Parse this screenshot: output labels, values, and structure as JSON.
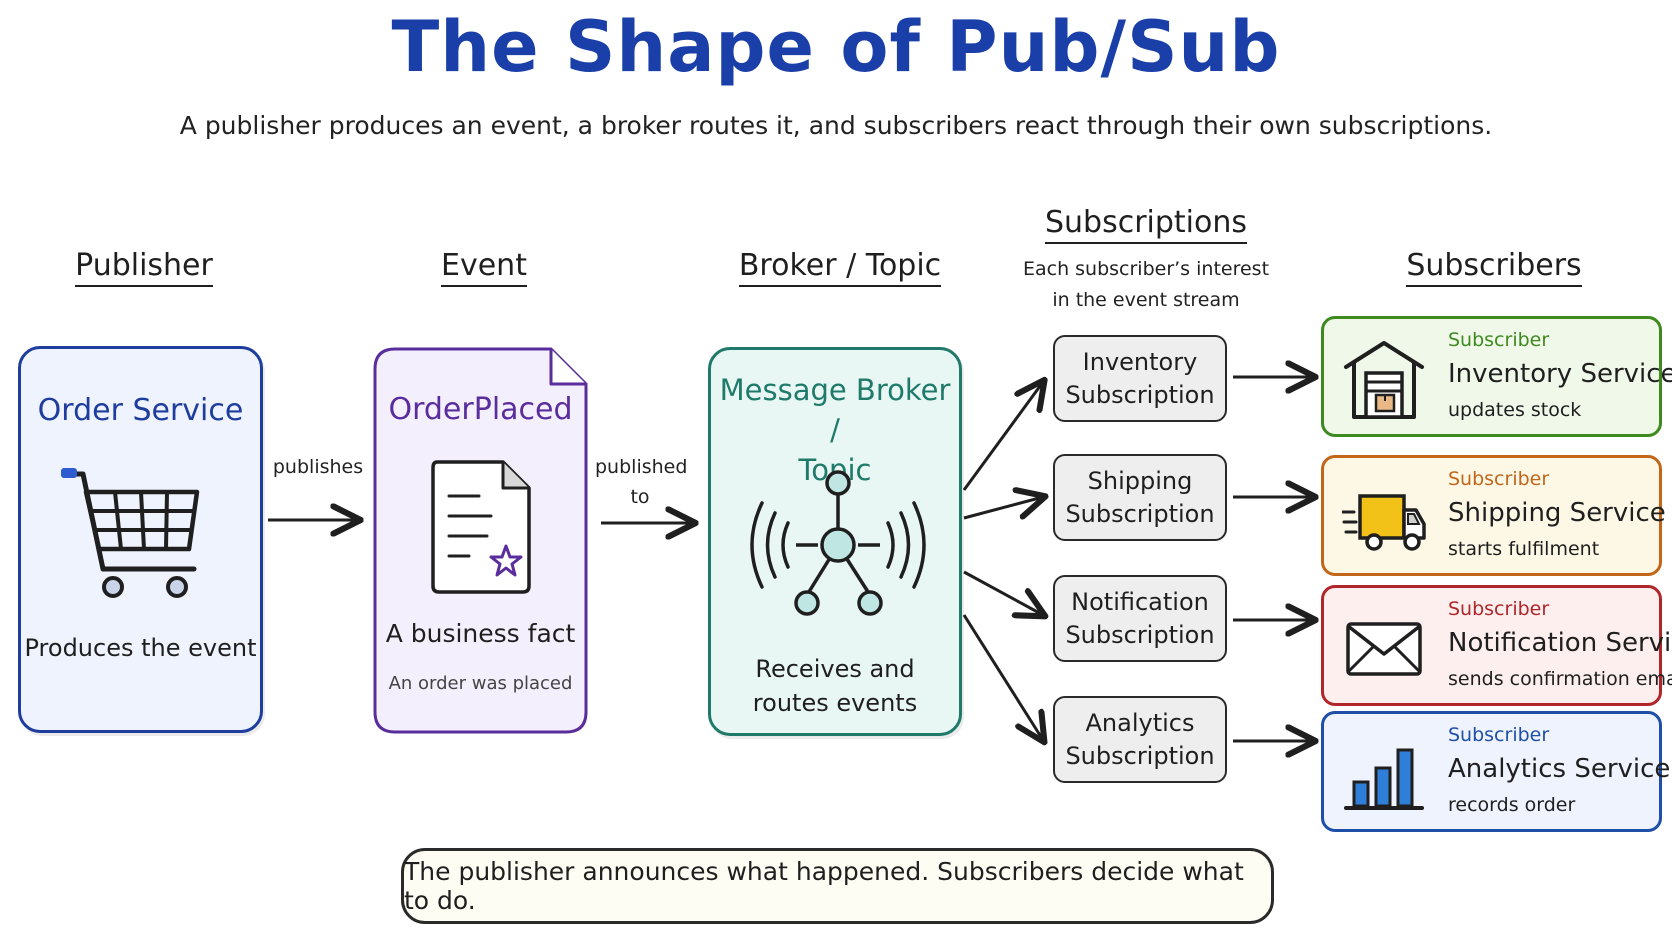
{
  "header": {
    "title": "The Shape of Pub/Sub",
    "subtitle": "A publisher produces an event, a broker routes it, and subscribers react through their own subscriptions."
  },
  "columns": {
    "publisher": "Publisher",
    "event": "Event",
    "broker": "Broker / Topic",
    "subscriptions": "Subscriptions",
    "subscriptions_note_1": "Each subscriber’s interest",
    "subscriptions_note_2": "in the event stream",
    "subscribers": "Subscribers"
  },
  "publisher": {
    "name": "Order Service",
    "caption": "Produces the event",
    "icon": "shopping-cart-icon",
    "color": "#1f3d9c"
  },
  "edges": {
    "publishes": "publishes",
    "published_to_1": "published",
    "published_to_2": "to"
  },
  "event": {
    "name": "OrderPlaced",
    "caption": "A business fact",
    "detail": "An order was placed",
    "icon": "document-star-icon",
    "color": "#5a2d9c"
  },
  "broker": {
    "name_1": "Message Broker /",
    "name_2": "Topic",
    "caption_1": "Receives and",
    "caption_2": "routes events",
    "icon": "broadcast-hub-icon",
    "color": "#1f7a6a"
  },
  "subscriptions": [
    {
      "line1": "Inventory",
      "line2": "Subscription"
    },
    {
      "line1": "Shipping",
      "line2": "Subscription"
    },
    {
      "line1": "Notification",
      "line2": "Subscription"
    },
    {
      "line1": "Analytics",
      "line2": "Subscription"
    }
  ],
  "subscribers": [
    {
      "kicker": "Subscriber",
      "name": "Inventory Service",
      "desc": "updates stock",
      "icon": "warehouse-icon",
      "color": "#3f8a1f",
      "bg": "#f0f8ea"
    },
    {
      "kicker": "Subscriber",
      "name": "Shipping Service",
      "desc": "starts fulfilment",
      "icon": "delivery-truck-icon",
      "color": "#c2661a",
      "bg": "#fdf8e6"
    },
    {
      "kicker": "Subscriber",
      "name": "Notification Service",
      "desc": "sends confirmation email",
      "icon": "envelope-icon",
      "color": "#b0262a",
      "bg": "#fcefee"
    },
    {
      "kicker": "Subscriber",
      "name": "Analytics Service",
      "desc": "records order",
      "icon": "bar-chart-icon",
      "color": "#1f4fa8",
      "bg": "#eef3fd"
    }
  ],
  "footer": {
    "note": "The publisher announces what happened. Subscribers decide what to do."
  }
}
